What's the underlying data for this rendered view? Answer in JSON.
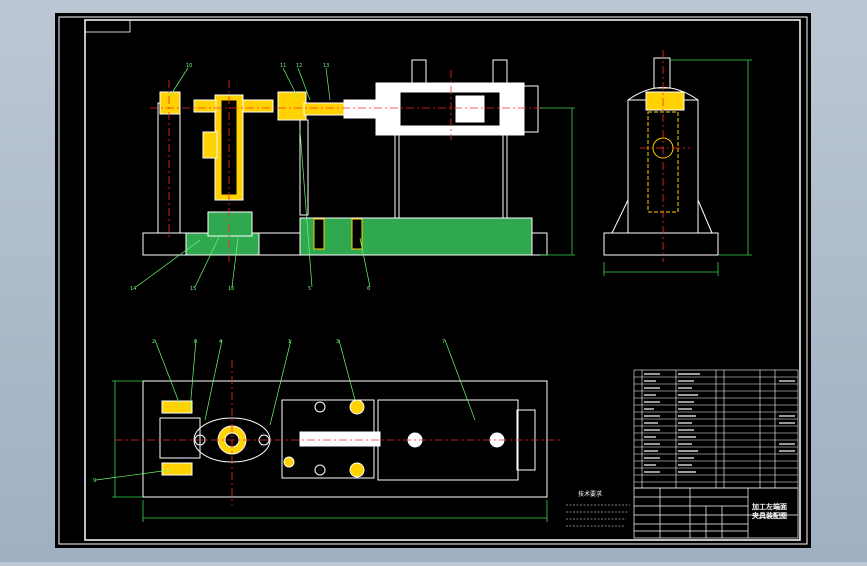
{
  "drawing": {
    "colors": {
      "background": "#000000",
      "border": "#ffffff",
      "outline": "#ffffff",
      "section_yellow": "#ffd200",
      "section_green": "#2fa84f",
      "centerline_red": "#ff2a2a",
      "dimension_green": "#38d84a",
      "leader_green": "#6cff6c",
      "hidden_blue": "#3aa0ff",
      "cylinder_fill": "#ffffff",
      "tablist_bg": "#0a0a0a"
    },
    "balloons": [
      {
        "id": "b-10",
        "label": "10"
      },
      {
        "id": "b-11",
        "label": "11"
      },
      {
        "id": "b-12",
        "label": "12"
      },
      {
        "id": "b-13",
        "label": "13"
      },
      {
        "id": "b-14",
        "label": "14"
      },
      {
        "id": "b-15",
        "label": "15"
      },
      {
        "id": "b-16",
        "label": "16"
      },
      {
        "id": "b-5",
        "label": "5"
      },
      {
        "id": "b-6",
        "label": "6"
      },
      {
        "id": "b-1",
        "label": "1"
      },
      {
        "id": "b-2",
        "label": "2"
      },
      {
        "id": "b-3",
        "label": "3"
      },
      {
        "id": "b-4",
        "label": "4"
      },
      {
        "id": "b-7",
        "label": "7"
      },
      {
        "id": "b-8",
        "label": "8"
      },
      {
        "id": "b-9",
        "label": "9"
      }
    ],
    "tech_req_title": "技术要求",
    "title_block": {
      "name_line1": "加工左端面",
      "name_line2": "夹具装配图"
    }
  }
}
